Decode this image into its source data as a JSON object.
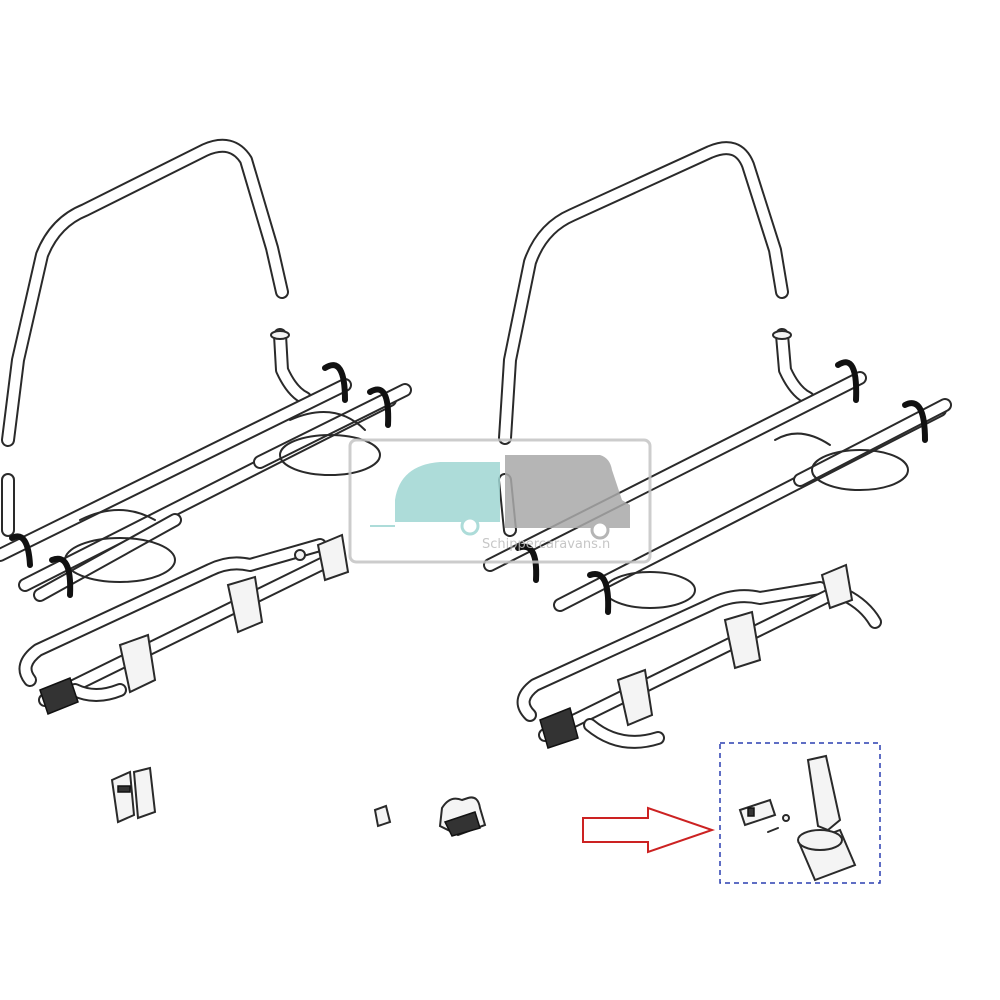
{
  "watermark": {
    "text": "Schippercaravans.n",
    "caravan_color": "#9fd6d3",
    "camper_color": "#a9a9a9"
  },
  "callout": {
    "arrow_color": "#cc2222",
    "box_color": "#2a3fb0"
  },
  "icons": [
    "bike-rack-assembly",
    "strap-icon",
    "wheel-holder",
    "clip-icon",
    "screw-icon",
    "tube-cap-icon",
    "arrow-icon"
  ]
}
